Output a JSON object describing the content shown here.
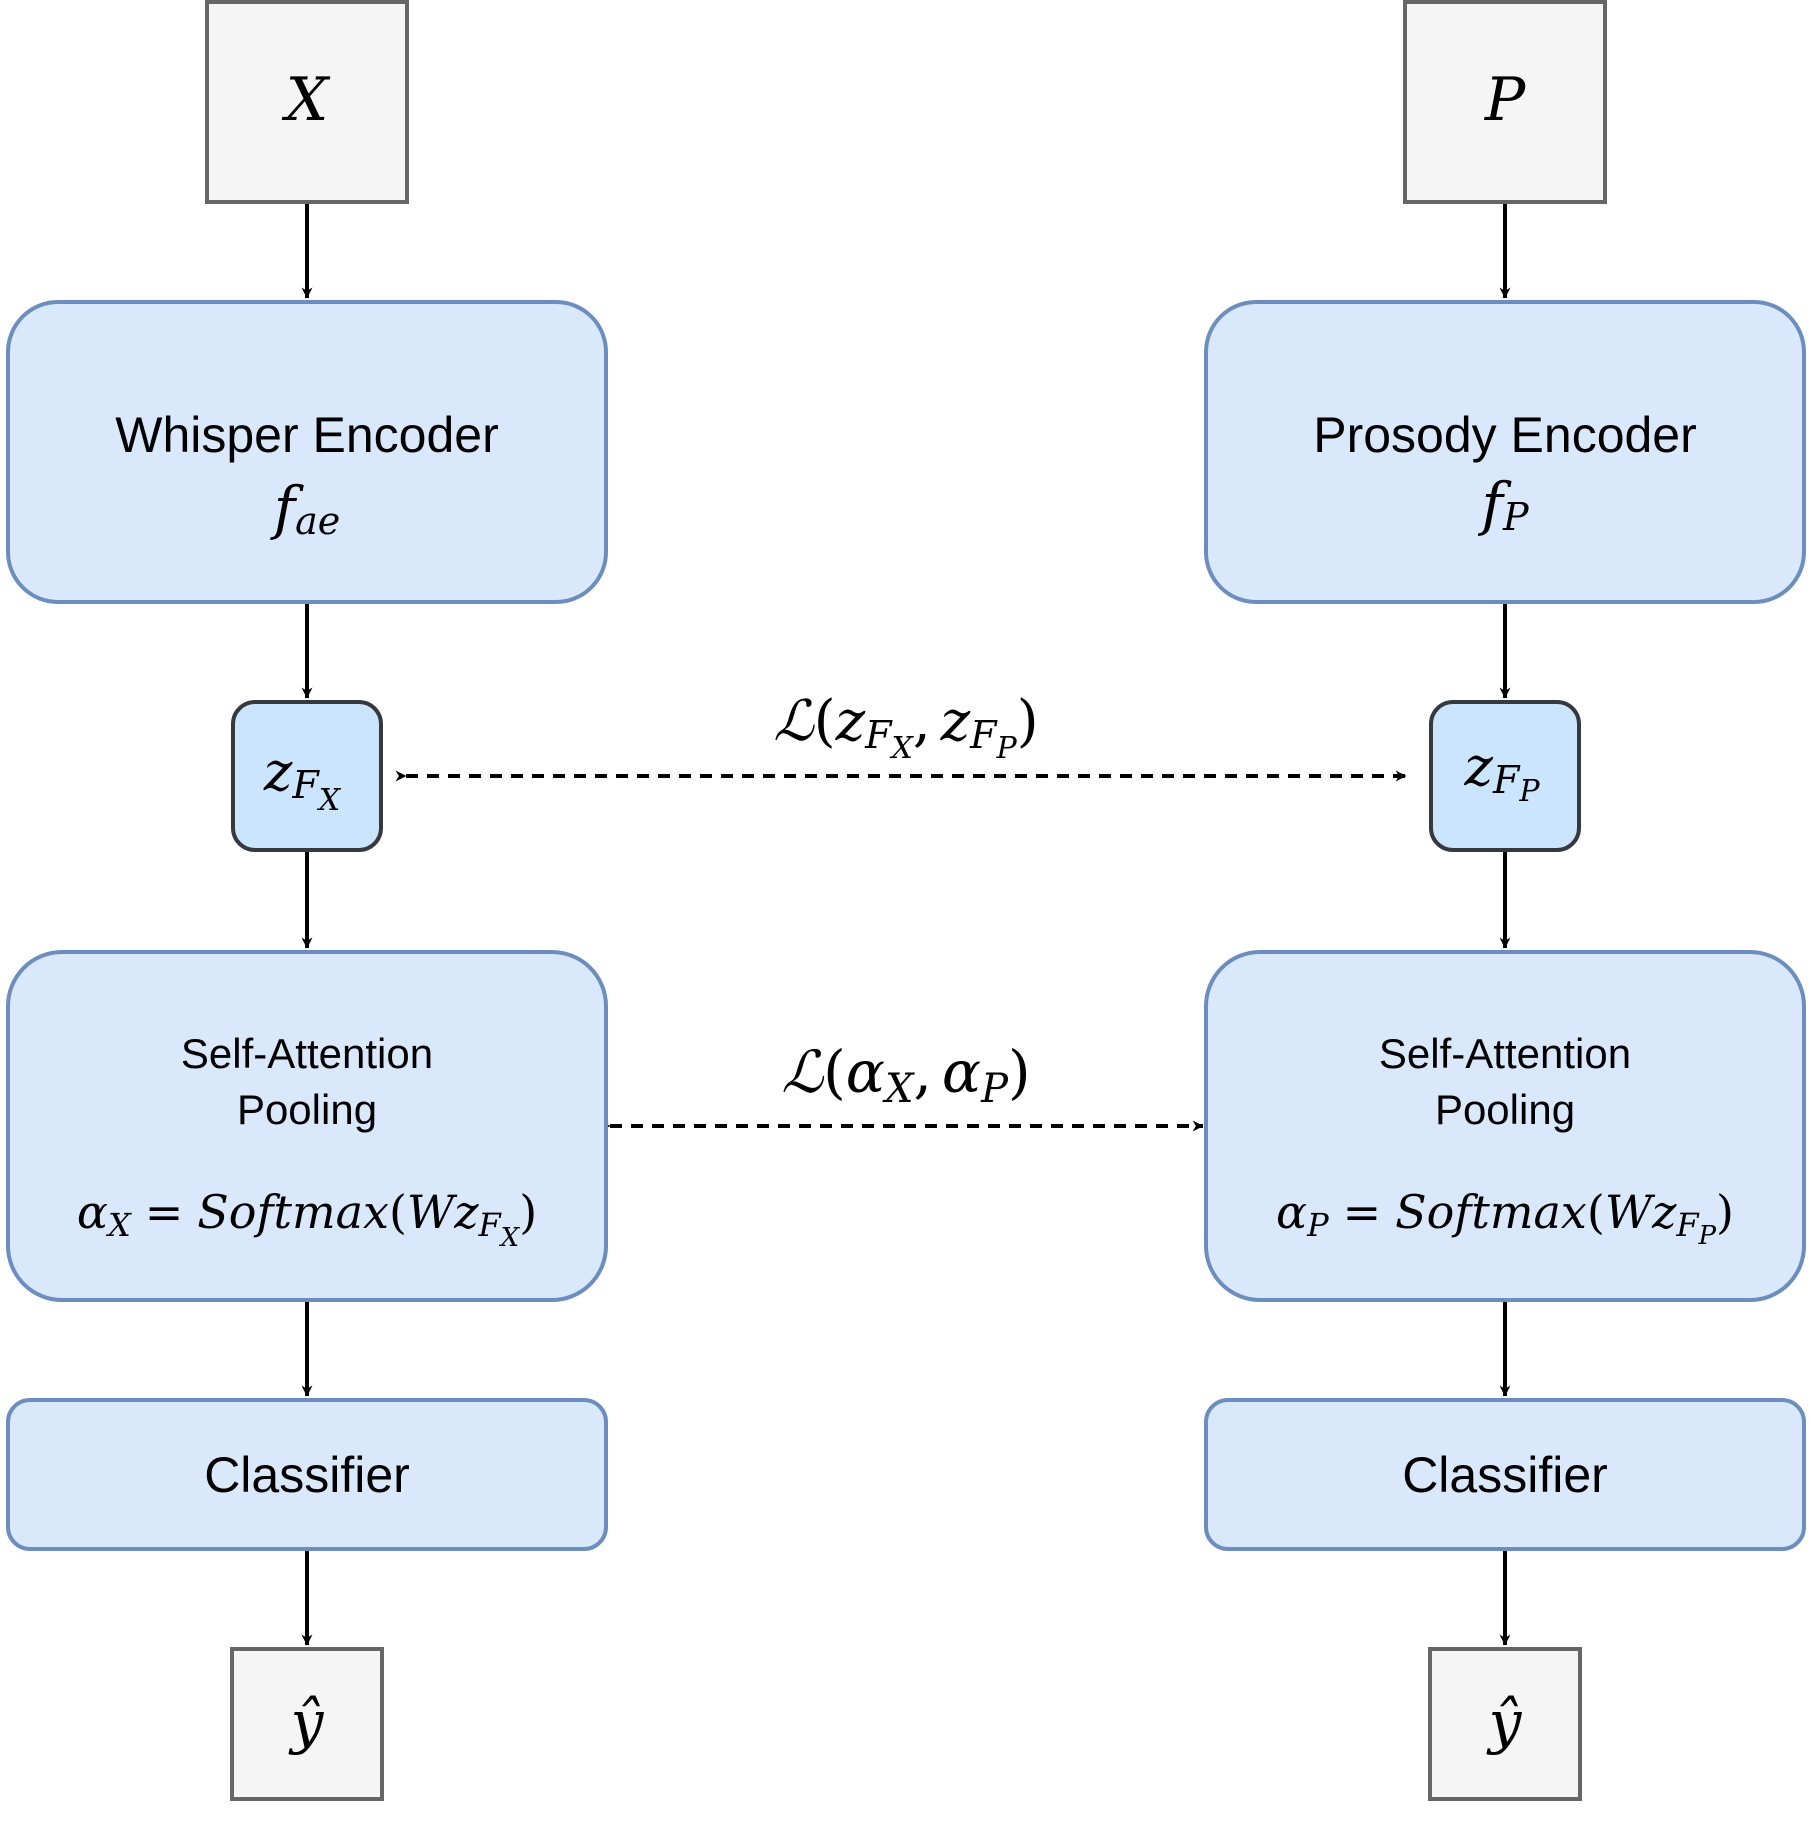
{
  "nodes": {
    "input_x": "X",
    "input_p": "P",
    "whisper_encoder": {
      "title": "Whisper Encoder",
      "fn": "f",
      "fn_sub": "ae"
    },
    "prosody_encoder": {
      "title": "Prosody Encoder",
      "fn": "f",
      "fn_sub": "P"
    },
    "latent_x": {
      "base": "z",
      "sub": "F",
      "subsub": "X"
    },
    "latent_p": {
      "base": "z",
      "sub": "F",
      "subsub": "P"
    },
    "pooling_x": {
      "line1": "Self-Attention",
      "line2": "Pooling",
      "formula": {
        "alpha": "α",
        "alpha_sub": "X",
        "eq": "=",
        "fn": "Softmax",
        "open": "(",
        "w": "W",
        "z": "z",
        "sub": "F",
        "subsub": "X",
        "close": ")"
      }
    },
    "pooling_p": {
      "line1": "Self-Attention",
      "line2": "Pooling",
      "formula": {
        "alpha": "α",
        "alpha_sub": "P",
        "eq": "=",
        "fn": "Softmax",
        "open": "(",
        "w": "W",
        "z": "z",
        "sub": "F",
        "subsub": "P",
        "close": ")"
      }
    },
    "classifier_x": "Classifier",
    "classifier_p": "Classifier",
    "output_x": "ŷ",
    "output_p": "ŷ"
  },
  "losses": {
    "latent_loss": {
      "script_l": "ℒ",
      "open": "(",
      "a": "z",
      "a_sub": "F",
      "a_subsub": "X",
      "comma": ",",
      "b": "z",
      "b_sub": "F",
      "b_subsub": "P",
      "close": ")"
    },
    "attention_loss": {
      "script_l": "ℒ",
      "open": "(",
      "a": "α",
      "a_sub": "X",
      "comma": ",",
      "b": "α",
      "b_sub": "P",
      "close": ")"
    }
  },
  "colors": {
    "input_fill": "#f5f5f5",
    "input_stroke": "#666666",
    "block_fill": "#dae8fc",
    "block_stroke": "#6c8ebf",
    "latent_fill": "#cce5ff",
    "latent_stroke": "#36393d"
  }
}
